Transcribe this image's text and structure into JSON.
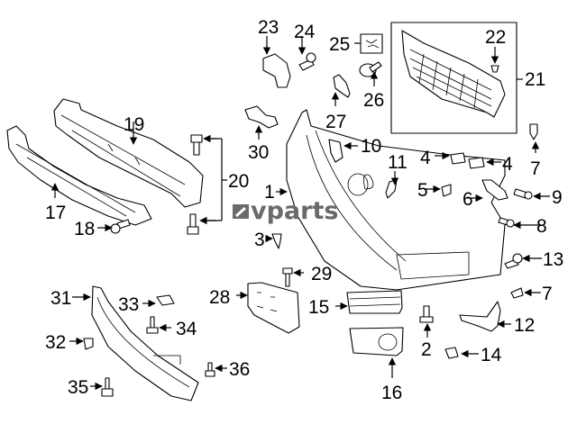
{
  "diagram": {
    "title": "Front bumper assembly exploded parts diagram",
    "watermark": "vparts",
    "watermark_color": "#6a6a6a",
    "callouts": [
      {
        "id": "c1",
        "label": "1",
        "part": "bumper-cover"
      },
      {
        "id": "c2",
        "label": "2",
        "part": "bolt"
      },
      {
        "id": "c3",
        "label": "3",
        "part": "push-clip"
      },
      {
        "id": "c4a",
        "label": "4",
        "part": "bracket-clip-left"
      },
      {
        "id": "c4b",
        "label": "4",
        "part": "bracket-clip-right"
      },
      {
        "id": "c5",
        "label": "5",
        "part": "screw"
      },
      {
        "id": "c6",
        "label": "6",
        "part": "side-bracket"
      },
      {
        "id": "c7a",
        "label": "7",
        "part": "push-clip-upper"
      },
      {
        "id": "c7b",
        "label": "7",
        "part": "push-clip-lower"
      },
      {
        "id": "c8",
        "label": "8",
        "part": "bolt"
      },
      {
        "id": "c9",
        "label": "9",
        "part": "bolt"
      },
      {
        "id": "c10",
        "label": "10",
        "part": "bracket"
      },
      {
        "id": "c11",
        "label": "11",
        "part": "bracket"
      },
      {
        "id": "c12",
        "label": "12",
        "part": "splash-shield"
      },
      {
        "id": "c13",
        "label": "13",
        "part": "bolt"
      },
      {
        "id": "c14",
        "label": "14",
        "part": "nut"
      },
      {
        "id": "c15",
        "label": "15",
        "part": "grille-insert"
      },
      {
        "id": "c16",
        "label": "16",
        "part": "fog-lamp-cover"
      },
      {
        "id": "c17",
        "label": "17",
        "part": "energy-absorber"
      },
      {
        "id": "c18",
        "label": "18",
        "part": "bolt"
      },
      {
        "id": "c19",
        "label": "19",
        "part": "impact-bar"
      },
      {
        "id": "c20",
        "label": "20",
        "part": "bolt-set"
      },
      {
        "id": "c21",
        "label": "21",
        "part": "grille-assembly"
      },
      {
        "id": "c22",
        "label": "22",
        "part": "grille-clip"
      },
      {
        "id": "c23",
        "label": "23",
        "part": "bracket"
      },
      {
        "id": "c24",
        "label": "24",
        "part": "bolt"
      },
      {
        "id": "c25",
        "label": "25",
        "part": "clip-kit"
      },
      {
        "id": "c26",
        "label": "26",
        "part": "tow-hook-cap"
      },
      {
        "id": "c27",
        "label": "27",
        "part": "cap"
      },
      {
        "id": "c28",
        "label": "28",
        "part": "license-bracket"
      },
      {
        "id": "c29",
        "label": "29",
        "part": "bolt"
      },
      {
        "id": "c30",
        "label": "30",
        "part": "sensor"
      },
      {
        "id": "c31",
        "label": "31",
        "part": "lower-deflector"
      },
      {
        "id": "c32",
        "label": "32",
        "part": "clip"
      },
      {
        "id": "c33",
        "label": "33",
        "part": "nut"
      },
      {
        "id": "c34",
        "label": "34",
        "part": "bolt"
      },
      {
        "id": "c35",
        "label": "35",
        "part": "bolt"
      },
      {
        "id": "c36",
        "label": "36",
        "part": "bolt"
      }
    ]
  }
}
